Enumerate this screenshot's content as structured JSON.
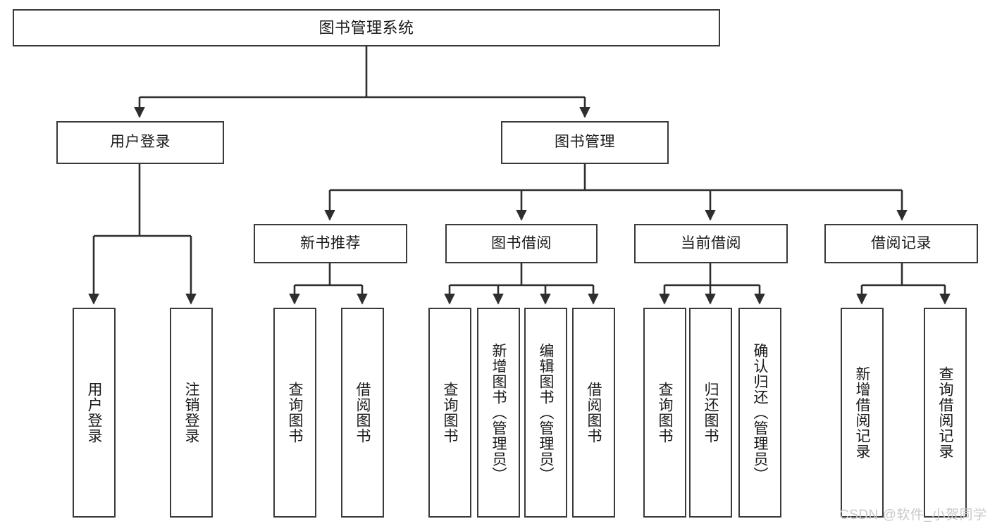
{
  "diagram": {
    "title": "图书管理系统",
    "type": "hierarchy-tree",
    "watermark": "CSDN @软件_小贺同学",
    "colors": {
      "background": "#ffffff",
      "box_border": "#3a3a3a",
      "box_fill": "#ffffff",
      "connector": "#2e2e2e",
      "text": "#1a1a1a",
      "watermark": "#c9c9c9"
    },
    "levels": {
      "root": {
        "label": "图书管理系统"
      },
      "level2": [
        {
          "label": "用户登录"
        },
        {
          "label": "图书管理"
        }
      ],
      "level3": [
        {
          "label": "新书推荐"
        },
        {
          "label": "图书借阅"
        },
        {
          "label": "当前借阅"
        },
        {
          "label": "借阅记录"
        }
      ],
      "leaves": {
        "user_login": [
          {
            "label": "用户登录"
          },
          {
            "label": "注销登录"
          }
        ],
        "new_book_recommend": [
          {
            "label": "查询图书"
          },
          {
            "label": "借阅图书"
          }
        ],
        "book_borrow": [
          {
            "label": "查询图书"
          },
          {
            "label": "新增图书（管理员）"
          },
          {
            "label": "编辑图书（管理员）"
          },
          {
            "label": "借阅图书"
          }
        ],
        "current_borrow": [
          {
            "label": "查询图书"
          },
          {
            "label": "归还图书"
          },
          {
            "label": "确认归还（管理员）"
          }
        ],
        "borrow_record": [
          {
            "label": "新增借阅记录"
          },
          {
            "label": "查询借阅记录"
          }
        ]
      }
    }
  }
}
